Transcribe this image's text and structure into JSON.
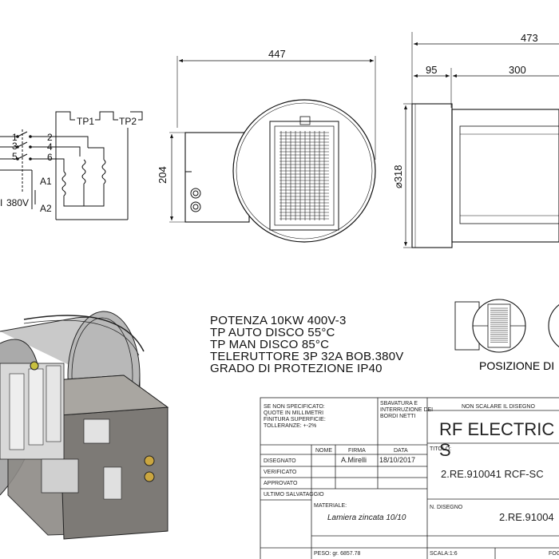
{
  "dimensions": {
    "width_447": "447",
    "height_204": "204",
    "total_473": "473",
    "flange_95": "95",
    "body_300": "300",
    "diameter_318": "⌀318"
  },
  "wiring": {
    "terminals": [
      "1",
      "2",
      "3",
      "4",
      "5",
      "6"
    ],
    "tp1": "TP1",
    "tp2": "TP2",
    "a1": "A1",
    "a2": "A2",
    "coil_voltage": "380V",
    "coil_prefix": "I"
  },
  "specs": [
    "POTENZA 10KW 400V-3",
    "TP AUTO DISCO 55°C",
    "TP MAN DISCO 85°C",
    "TELERUTTORE 3P 32A BOB.380V",
    "GRADO DI PROTEZIONE IP40"
  ],
  "position_label": "POSIZIONE DI",
  "title_block": {
    "notes": [
      "SE NON SPECIFICATO:",
      "QUOTE IN MILLIMETRI",
      "FINITURA SUPERFICIE:",
      "TOLLERANZE: +-2%"
    ],
    "deburr": [
      "SBAVATURA E",
      "INTERRUZIONE DEI",
      "BORDI NETTI"
    ],
    "no_scale": "NON SCALARE IL DISEGNO",
    "title": "RF ELECTRIC S",
    "col_nome": "NOME",
    "col_firma": "FIRMA",
    "col_data": "DATA",
    "titolo_label": "TITOLO:",
    "row_disegnato": "DISEGNATO",
    "firma_value": "A.Mirelli",
    "data_value": "18/10/2017",
    "row_verificato": "VERIFICATO",
    "row_approvato": "APPROVATO",
    "code": "2.RE.910041 RCF-SC",
    "row_ultimo": "ULTIMO SALVATAGGIO",
    "materiale_label": "MATERIALE:",
    "materiale_value": "Lamiera zincata 10/10",
    "n_disegno_label": "N. DISEGNO",
    "n_disegno_value": "2.RE.91004",
    "peso": "PESO: gr.   6857.78",
    "scala": "SCALA:1:6",
    "foglio": "FOG"
  }
}
